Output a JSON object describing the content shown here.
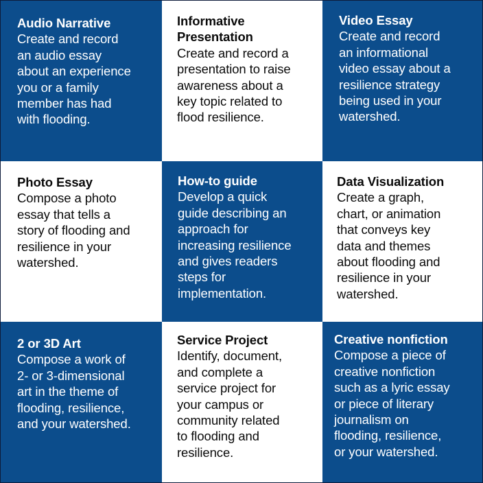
{
  "cells": [
    {
      "title": "Audio Narrative",
      "body": "Create and record\nan audio essay\nabout an experience\nyou or a family\nmember has had\nwith flooding.",
      "bg": "#0c4d8c"
    },
    {
      "title": "Informative\nPresentation",
      "body": "Create and record a\npresentation to raise\nawareness about a\nkey topic related to\nflood resilience.",
      "bg": "#ffffff"
    },
    {
      "title": "Video Essay",
      "body": "Create and record\nan informational\nvideo essay about a\nresilience strategy\nbeing used in your\nwatershed.",
      "bg": "#0c4d8c"
    },
    {
      "title": "Photo Essay",
      "body": "Compose a photo\nessay that tells a\nstory of flooding and\nresilience in your\nwatershed.",
      "bg": "#ffffff"
    },
    {
      "title": "How-to guide",
      "body": "Develop a quick\nguide  describing an\napproach for\nincreasing resilience\nand gives readers\nsteps for\nimplementation.",
      "bg": "#0c4d8c"
    },
    {
      "title": "Data Visualization",
      "body": "Create a graph,\nchart, or animation\nthat conveys key\ndata and themes\nabout flooding and\nresilience in your\nwatershed.",
      "bg": "#ffffff"
    },
    {
      "title": "2 or 3D Art",
      "body": "Compose a work of\n2- or 3-dimensional\nart in the theme of\nflooding, resilience,\nand your watershed.",
      "bg": "#0c4d8c"
    },
    {
      "title": "Service Project",
      "body": "Identify, document,\nand complete a\nservice project for\nyour campus or\ncommunity related\nto flooding and\nresilience.",
      "bg": "#ffffff"
    },
    {
      "title": "Creative nonfiction",
      "body": "Compose a piece of\ncreative nonfiction\nsuch as a lyric essay\nor piece of literary\njournalism on\nflooding, resilience,\nor your watershed.",
      "bg": "#0c4d8c"
    }
  ]
}
